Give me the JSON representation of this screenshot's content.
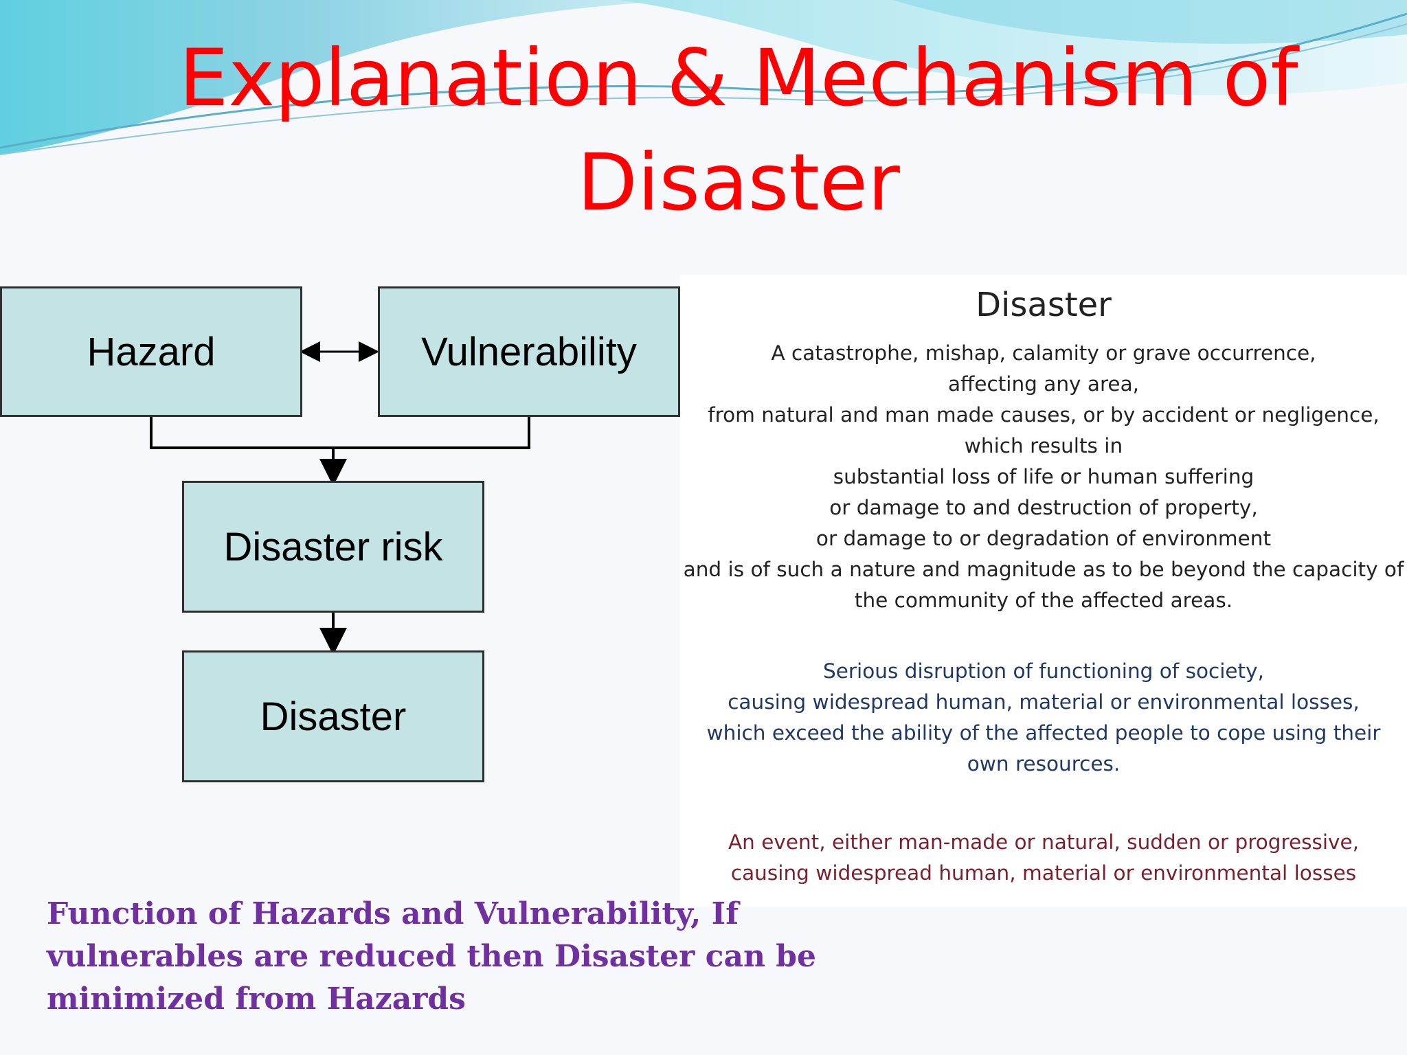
{
  "title": {
    "line1": "Explanation & Mechanism of",
    "line2": "Disaster"
  },
  "diagram": {
    "hazard": "Hazard",
    "vulnerability": "Vulnerability",
    "disaster_risk": "Disaster risk",
    "disaster": "Disaster"
  },
  "definitions": {
    "heading": "Disaster",
    "block1": [
      "A catastrophe, mishap, calamity or grave occurrence,",
      "affecting any area,",
      "from  natural and man made causes, or by accident or negligence,",
      "which results in",
      "substantial loss of life or human suffering",
      "or damage to and destruction of property,",
      "or damage to or degradation of environment",
      "and is of such a nature and magnitude as to be beyond the capacity of",
      "the community of the affected areas."
    ],
    "block2": [
      "Serious disruption of functioning of society,",
      "causing widespread human, material or environmental losses,",
      "which exceed the ability of the affected people to cope using their",
      "own resources."
    ],
    "block3": [
      "An event, either man-made or natural, sudden or progressive,",
      "causing widespread human, material or environmental losses"
    ]
  },
  "caption": {
    "line1": "Function of Hazards and Vulnerability, If",
    "line2": "vulnerables are reduced then Disaster can be",
    "line3": "minimized from Hazards"
  },
  "colors": {
    "title": "#ff0000",
    "box_fill": "#c3e3e4",
    "block1_text": "#222222",
    "block2_text": "#1f3864",
    "block3_text": "#7a1f2b",
    "caption": "#7030a0"
  }
}
